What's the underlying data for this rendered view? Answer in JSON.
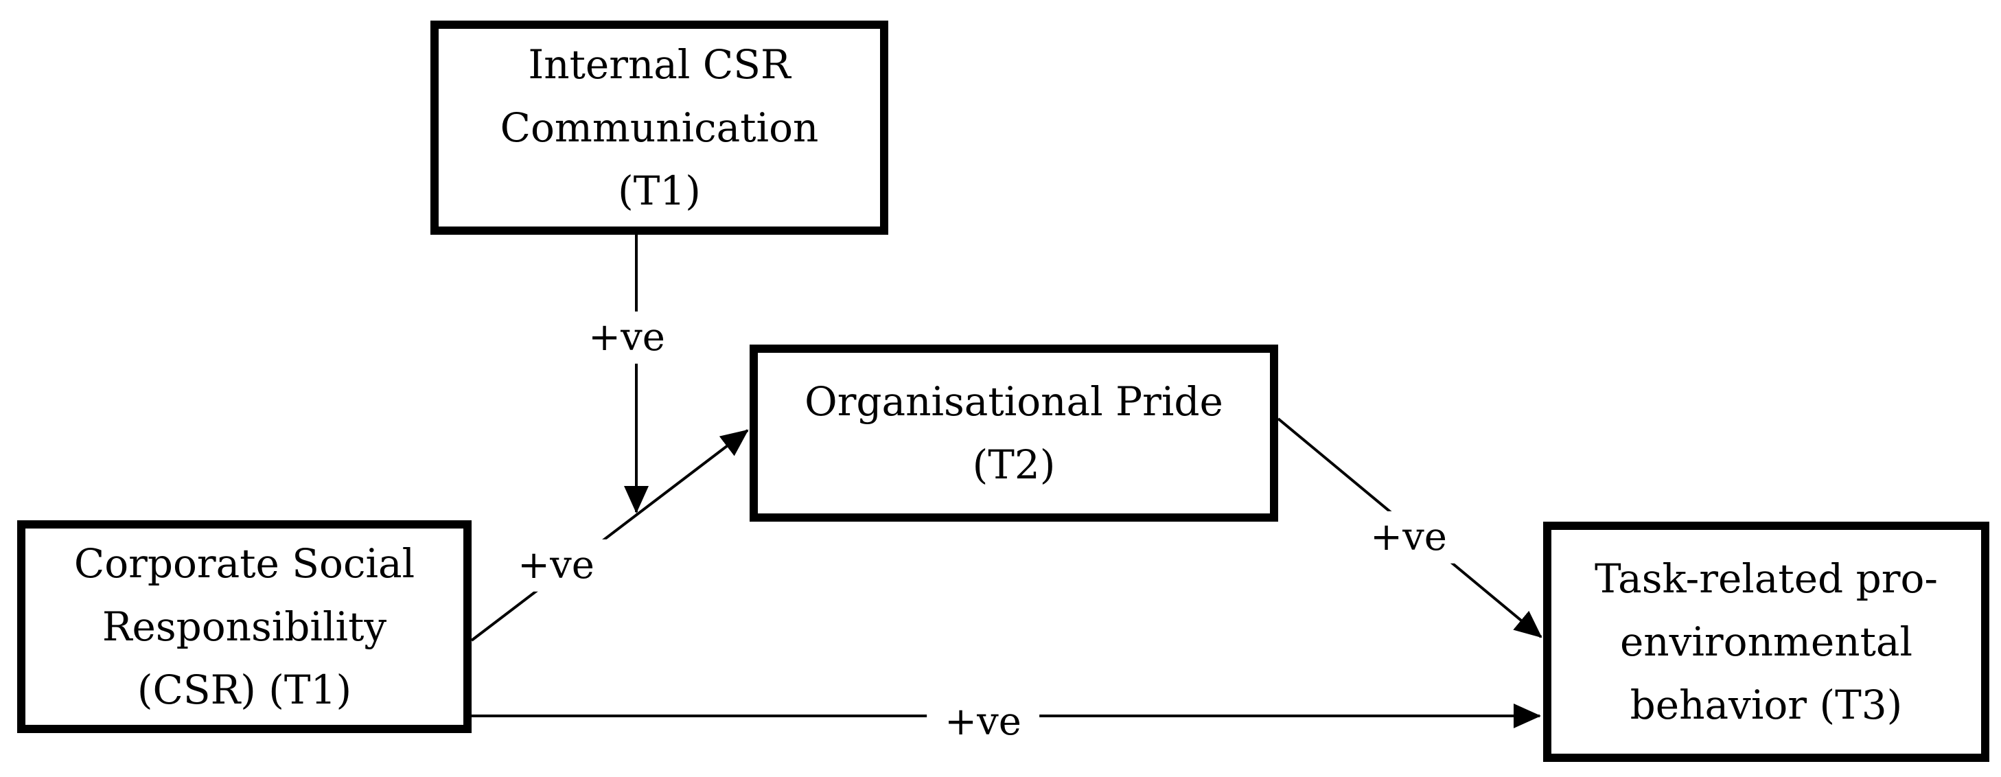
{
  "diagram": {
    "background_color": "#ffffff",
    "line_color": "#000000",
    "text_color": "#000000",
    "nodes": {
      "internal_csr_communication": {
        "lines": [
          "Internal CSR",
          "Communication",
          "(T1)"
        ],
        "full_label": "Internal CSR Communication (T1)"
      },
      "organisational_pride": {
        "lines": [
          "Organisational Pride",
          "(T2)"
        ],
        "full_label": "Organisational Pride (T2)"
      },
      "corporate_social_responsibility": {
        "lines": [
          "Corporate Social",
          "Responsibility",
          "(CSR) (T1)"
        ],
        "full_label": "Corporate Social Responsibility (CSR) (T1)"
      },
      "task_related_peb": {
        "lines": [
          "Task-related pro-",
          "environmental",
          "behavior (T3)"
        ],
        "full_label": "Task-related pro-environmental behavior (T3)"
      }
    },
    "edges": {
      "communication_moderates_csr_pride": {
        "label": "+ve",
        "from": "Internal CSR Communication (T1)",
        "to": "CSR → Organisational Pride path"
      },
      "csr_to_pride": {
        "label": "+ve",
        "from": "Corporate Social Responsibility (CSR) (T1)",
        "to": "Organisational Pride (T2)"
      },
      "pride_to_behavior": {
        "label": "+ve",
        "from": "Organisational Pride (T2)",
        "to": "Task-related pro-environmental behavior (T3)"
      },
      "csr_to_behavior_direct": {
        "label": "+ve",
        "from": "Corporate Social Responsibility (CSR) (T1)",
        "to": "Task-related pro-environmental behavior (T3)"
      }
    }
  }
}
